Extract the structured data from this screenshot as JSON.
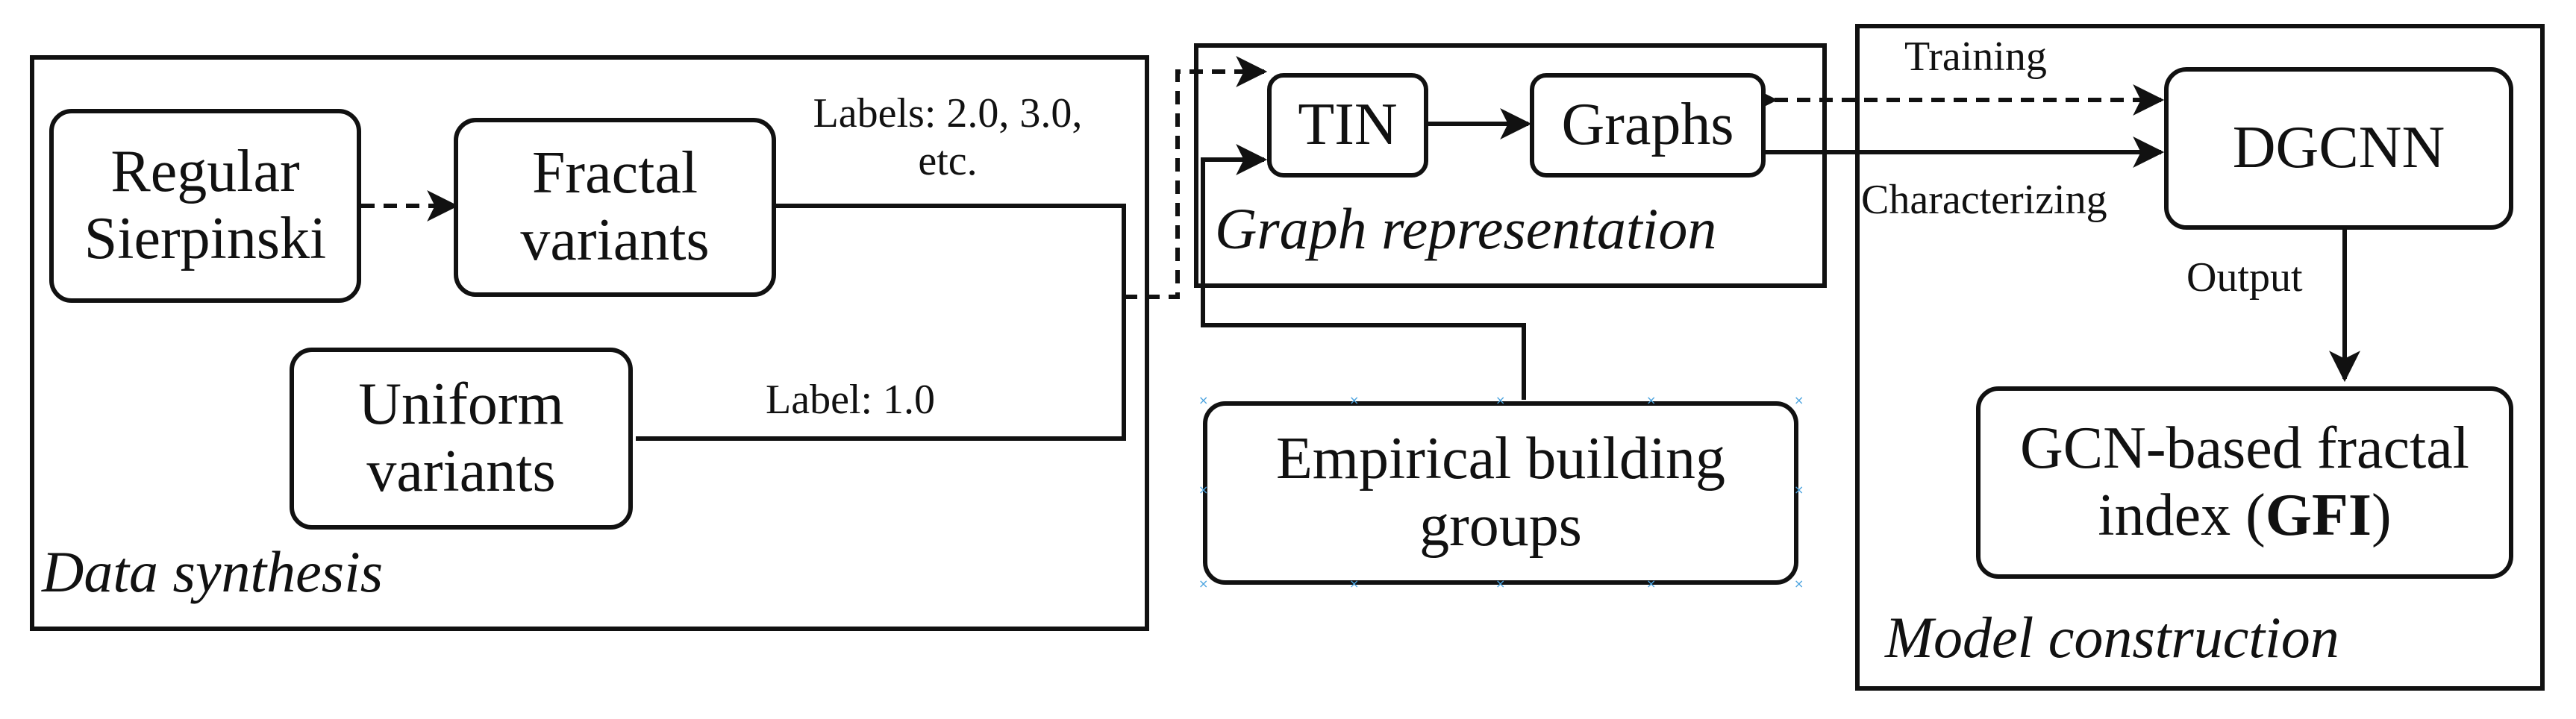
{
  "panels": {
    "data_synthesis": "Data synthesis",
    "graph_representation": "Graph representation",
    "model_construction": "Model construction"
  },
  "nodes": {
    "regular_sierpinski": [
      "Regular",
      "Sierpinski"
    ],
    "fractal_variants": [
      "Fractal",
      "variants"
    ],
    "uniform_variants": [
      "Uniform",
      "variants"
    ],
    "tin": "TIN",
    "graphs": "Graphs",
    "empirical_building_groups": [
      "Empirical building",
      "groups"
    ],
    "dgcnn": "DGCNN",
    "gfi": {
      "line1": "GCN-based fractal",
      "line2_prefix": "index (",
      "line2_bold": "GFI",
      "line2_suffix": ")"
    }
  },
  "edge_labels": {
    "labels_fractal": [
      "Labels: 2.0, 3.0,",
      "etc."
    ],
    "label_uniform": "Label: 1.0",
    "training": "Training",
    "characterizing": "Characterizing",
    "output": "Output"
  },
  "colors": {
    "stroke": "#111111",
    "handle": "#4aa3df"
  }
}
